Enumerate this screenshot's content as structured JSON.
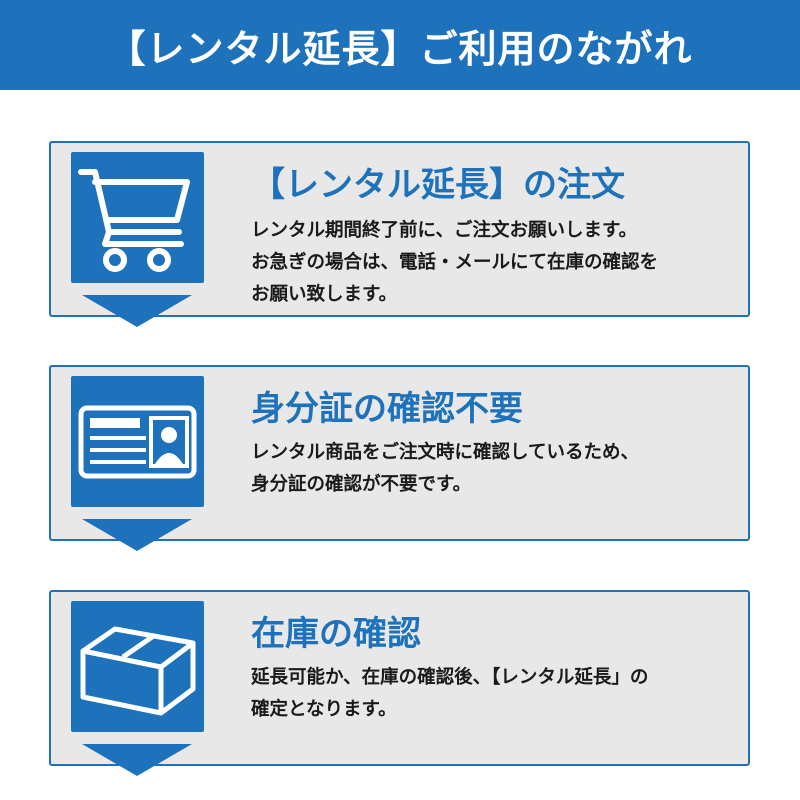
{
  "header": {
    "title": "【レンタル延長】ご利用のながれ"
  },
  "steps": [
    {
      "icon": "shopping-cart-icon",
      "title": "【レンタル延長】の注文",
      "desc": [
        "レンタル期間終了前に、ご注文お願いします。",
        "お急ぎの場合は、電話・メールにて在庫の確認を",
        "お願い致します。"
      ]
    },
    {
      "icon": "id-card-icon",
      "title": "身分証の確認不要",
      "desc": [
        "レンタル商品をご注文時に確認しているため、",
        "身分証の確認が不要です。"
      ]
    },
    {
      "icon": "package-box-icon",
      "title": "在庫の確認",
      "desc": [
        "延長可能か、在庫の確認後、【レンタル延長」の",
        "確定となります。"
      ]
    }
  ],
  "colors": {
    "accent": "#1d72bb",
    "panel": "#e8e8e8",
    "text": "#1a1a1a"
  }
}
